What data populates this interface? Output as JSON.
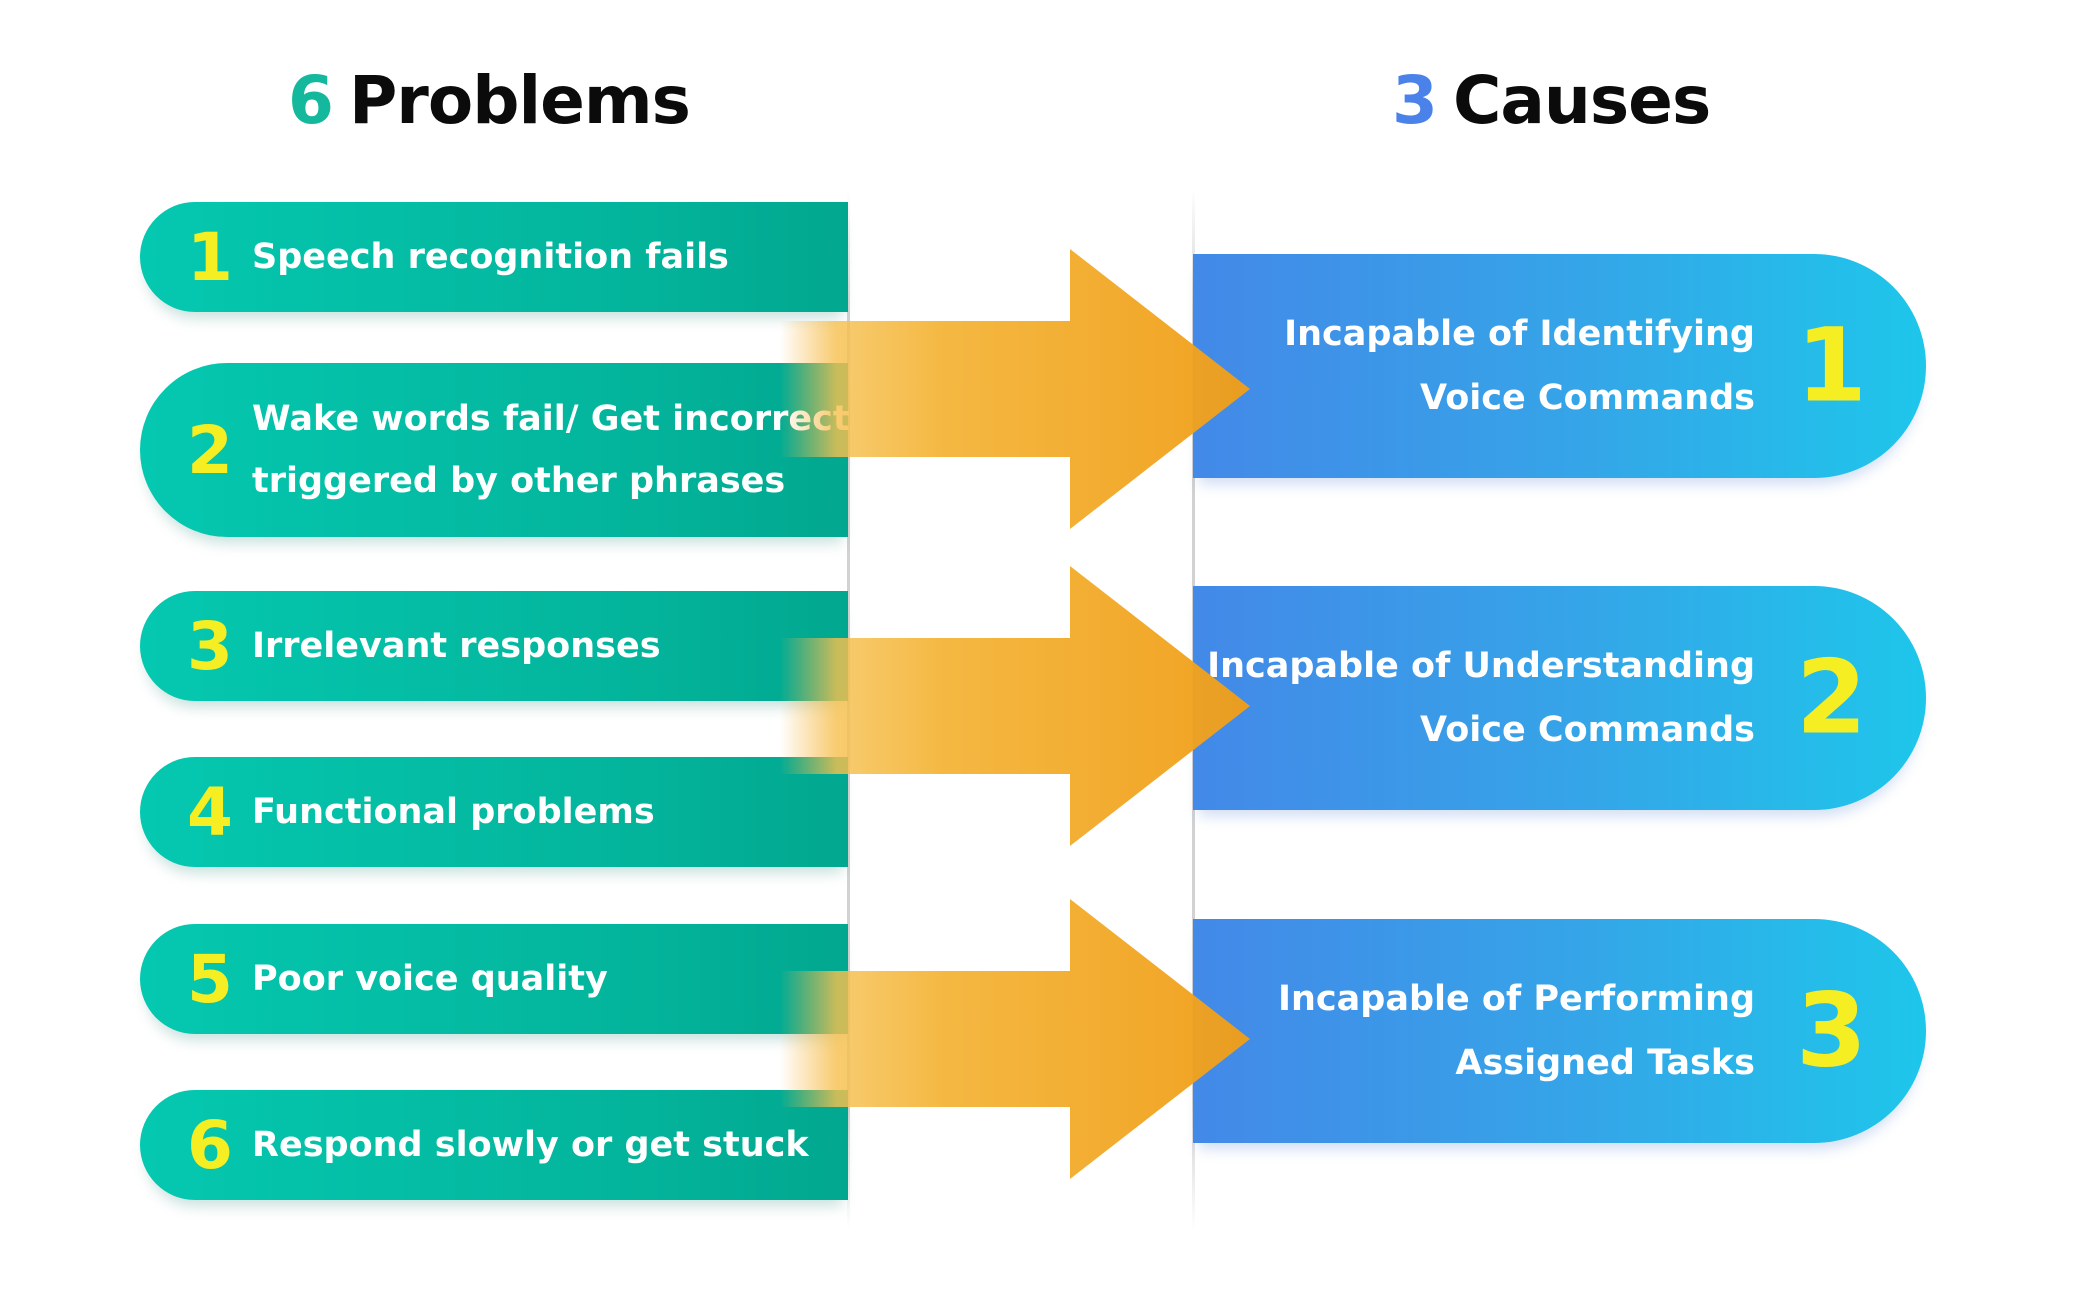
{
  "headings": {
    "problems": {
      "count": "6",
      "label": "Problems"
    },
    "causes": {
      "count": "3",
      "label": "Causes"
    }
  },
  "problems": [
    {
      "number": "1",
      "label": "Speech recognition fails"
    },
    {
      "number": "2",
      "label_line1": "Wake words fail/ Get incorrectly",
      "label_line2": "triggered by other phrases"
    },
    {
      "number": "3",
      "label": "Irrelevant responses"
    },
    {
      "number": "4",
      "label": "Functional problems"
    },
    {
      "number": "5",
      "label": "Poor voice quality"
    },
    {
      "number": "6",
      "label": "Respond slowly or get stuck"
    }
  ],
  "causes": [
    {
      "number": "1",
      "line1": "Incapable of Identifying",
      "line2": "Voice Commands"
    },
    {
      "number": "2",
      "line1": "Incapable of Understanding",
      "line2": "Voice Commands"
    },
    {
      "number": "3",
      "line1": "Incapable of Performing",
      "line2": "Assigned Tasks"
    }
  ],
  "colors": {
    "problem_accent": "#14b89d",
    "cause_accent": "#4a82ea",
    "number_yellow": "#f4ee23",
    "arrow_orange": "#f3a520"
  }
}
